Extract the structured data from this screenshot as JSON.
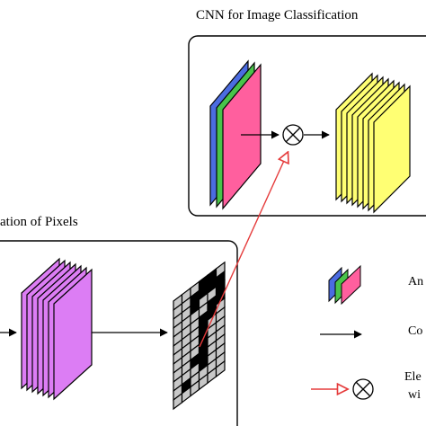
{
  "top_panel": {
    "title": "CNN for Image Classification"
  },
  "bottom_panel": {
    "title": "ation of Pixels"
  },
  "legend": {
    "items": [
      {
        "icon": "rgb-image-stack-icon",
        "label": "An"
      },
      {
        "icon": "arrow-icon",
        "label": "Co"
      },
      {
        "icon": "red-arrow-multiply-icon",
        "label_line1": "Ele",
        "label_line2": "wi"
      }
    ]
  },
  "colors": {
    "rgb_red": "#ff5f9e",
    "rgb_green": "#49c34a",
    "rgb_blue": "#4b6ce0",
    "feature_yellow": "#ffff73",
    "feature_purple": "#dc7df4",
    "mask_gray": "#c8c8c8",
    "mask_black": "#000000",
    "link_red": "#e53b3b"
  }
}
